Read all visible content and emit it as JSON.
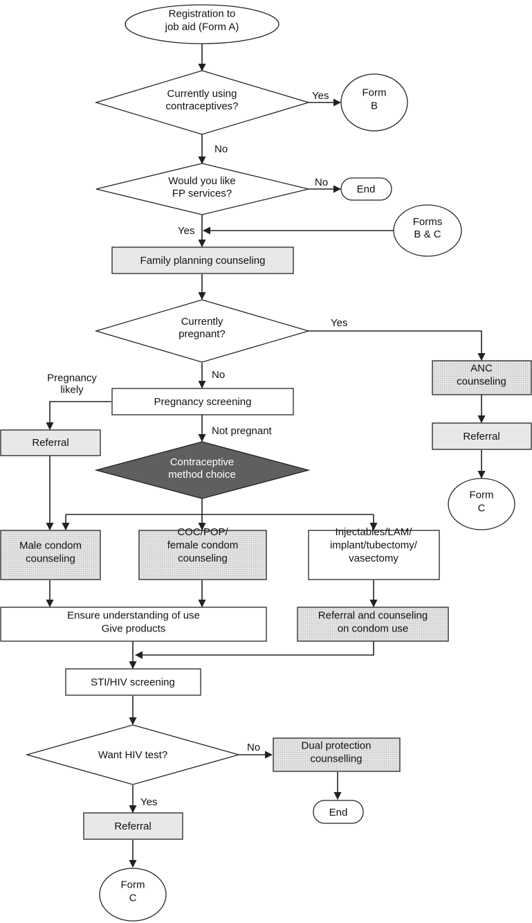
{
  "nodes": {
    "registration": "Registration to|job aid (Form A)",
    "using_contraceptives": "Currently using|contraceptives?",
    "form_b": "Form|B",
    "fp_services": "Would you like|FP services?",
    "end_top": "End",
    "forms_bc": "Forms|B & C",
    "fp_counseling": "Family planning counseling",
    "currently_pregnant": "Currently|pregnant?",
    "anc_counseling": "ANC|counseling",
    "referral_anc": "Referral",
    "form_c_right": "Form|C",
    "pregnancy_screening": "Pregnancy screening",
    "referral_left": "Referral",
    "method_choice": "Contraceptive|method choice",
    "male_condom": "Male condom|counseling",
    "coc_pop": "COC/POP/|female condom|counseling",
    "injectables": "Injectables/LAM/|implant/tubectomy/|vasectomy",
    "ensure_use": "Ensure understanding of use|Give products",
    "referral_condom": "Referral and counseling|on condom use",
    "sti_screening": "STI/HIV screening",
    "want_hiv_test": "Want HIV test?",
    "dual_protection": "Dual protection|counselling",
    "end_bottom": "End",
    "referral_hiv": "Referral",
    "form_c_bottom": "Form|C"
  },
  "edges": {
    "yes_form_b": "Yes",
    "no_fp": "No",
    "no_end": "No",
    "yes_fp": "Yes",
    "yes_pregnant": "Yes",
    "no_pregnant": "No",
    "pregnancy_likely": "Pregnancy|likely",
    "not_pregnant": "Not pregnant",
    "no_hiv": "No",
    "yes_hiv": "Yes"
  },
  "colors": {
    "stroke": "#222222",
    "white": "#ffffff",
    "light_fill": "#e8e8e8",
    "dotted_fill": "#dcdcdc",
    "dark_fill": "#5f5f5f"
  }
}
